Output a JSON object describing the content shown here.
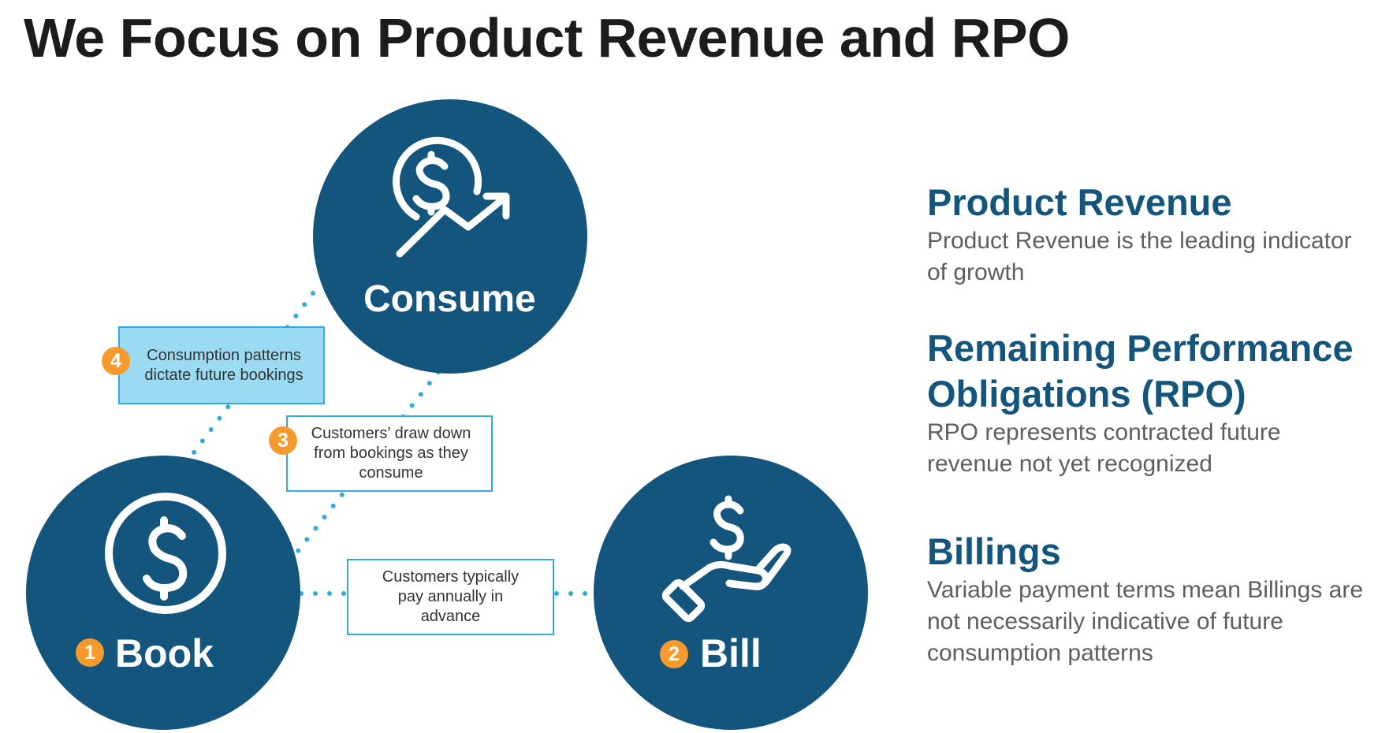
{
  "title": "We Focus on Product Revenue and RPO",
  "colors": {
    "circle": "#14557e",
    "dotted_connector": "#33a9de",
    "badge": "#f79a2e",
    "callout_highlight": "#9adbf3",
    "heading": "#14557e",
    "body_text": "#5e5e5e"
  },
  "cycle": {
    "consume": {
      "label": "Consume",
      "icon": "dollar-growth-arrow-icon"
    },
    "book": {
      "step": "1",
      "label": "Book",
      "icon": "dollar-circle-icon"
    },
    "bill": {
      "step": "2",
      "label": "Bill",
      "icon": "dollar-hand-icon"
    }
  },
  "callouts": {
    "consumption": {
      "step": "4",
      "text": "Consumption patterns dictate future bookings"
    },
    "draw_down": {
      "step": "3",
      "text": "Customers’ draw down from bookings as they consume"
    },
    "payment": {
      "text": "Customers typically pay annually in advance"
    }
  },
  "definitions": [
    {
      "heading": "Product Revenue",
      "text": "Product Revenue is the leading indicator of growth"
    },
    {
      "heading": "Remaining Performance Obligations (RPO)",
      "text": "RPO represents contracted future revenue not yet recognized"
    },
    {
      "heading": "Billings",
      "text": "Variable payment terms mean Billings are not necessarily indicative of future consumption patterns"
    }
  ]
}
